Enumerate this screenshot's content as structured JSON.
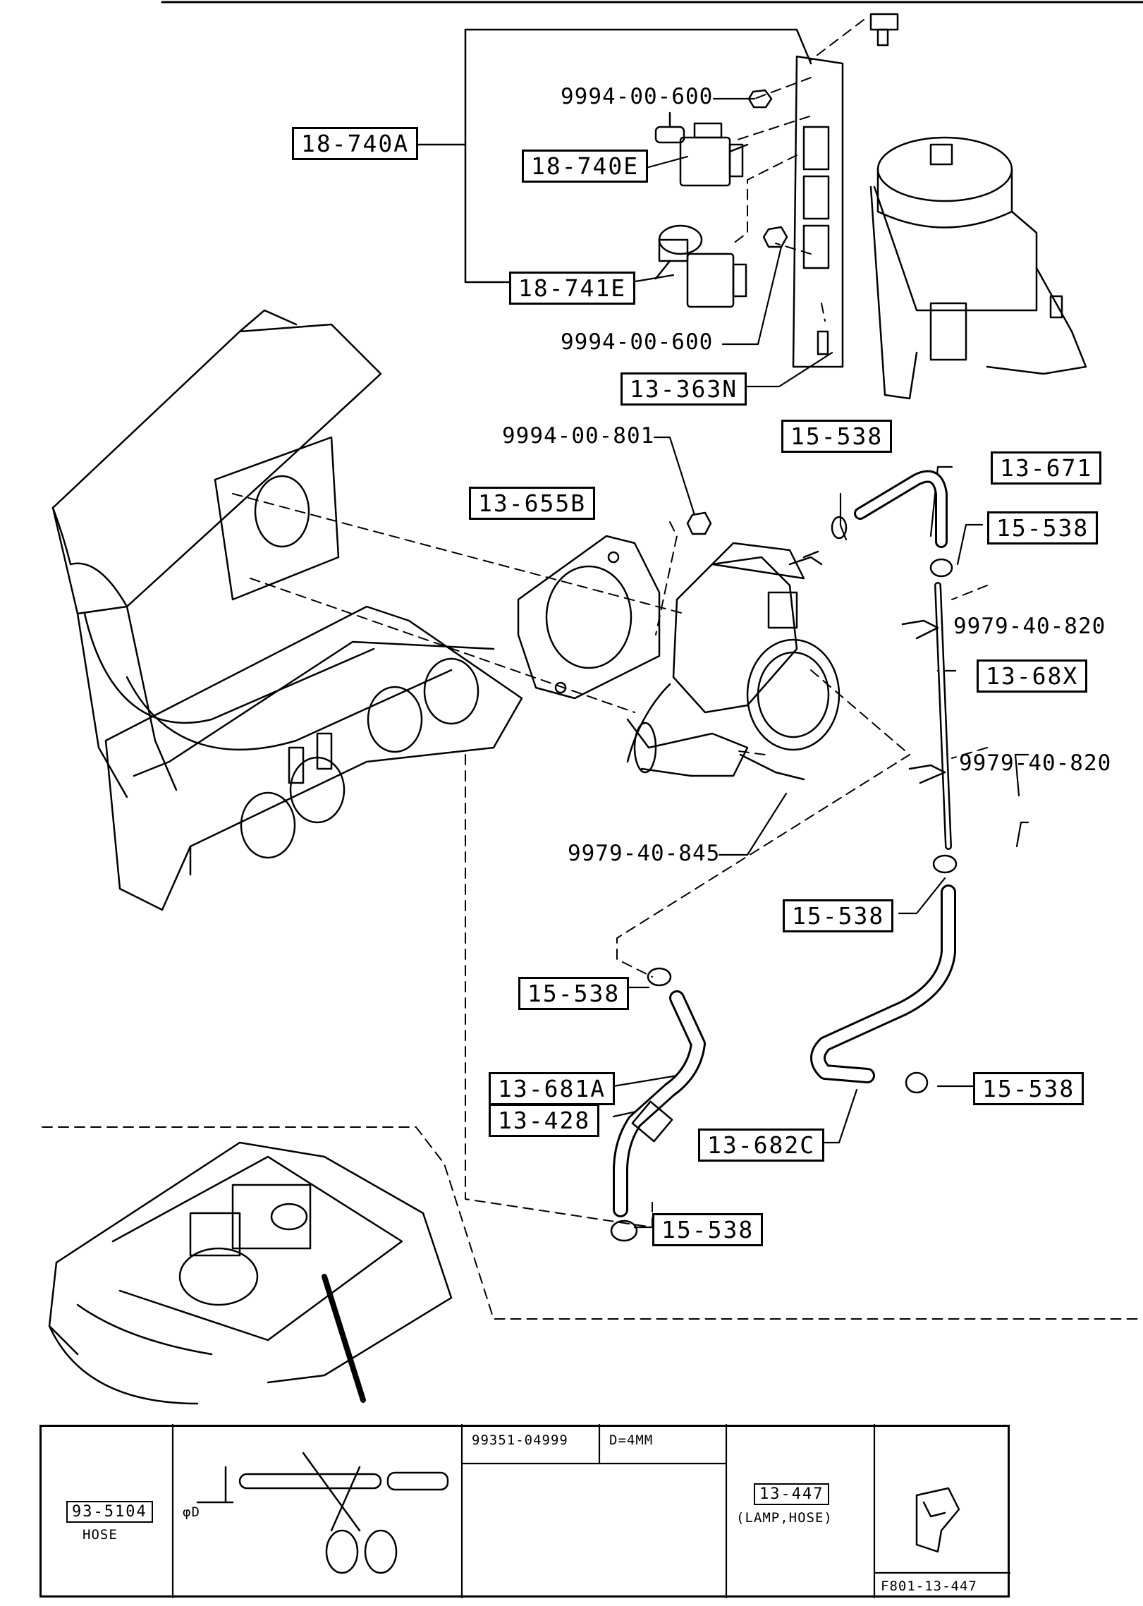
{
  "callouts": {
    "c18_740A": "18-740A",
    "c18_740E": "18-740E",
    "c18_741E": "18-741E",
    "c13_363N": "13-363N",
    "c13_655B": "13-655B",
    "c15_538_top": "15-538",
    "c13_671": "13-671",
    "c15_538_right1": "15-538",
    "c13_68X": "13-68X",
    "c15_538_mid": "15-538",
    "c15_538_left": "15-538",
    "c13_681A": "13-681A",
    "c13_428": "13-428",
    "c13_682C": "13-682C",
    "c15_538_right2": "15-538",
    "c15_538_bottom": "15-538"
  },
  "part_numbers": {
    "p9994_600_a": "9994-00-600",
    "p9994_600_b": "9994-00-600",
    "p9994_801": "9994-00-801",
    "p9979_820_a": "9979-40-820",
    "p9979_820_b": "9979-40-820",
    "p9979_845": "9979-40-845"
  },
  "table": {
    "hose_code": "93-5104",
    "hose_label": "HOSE",
    "phi_label": "φD",
    "part_no": "99351-04999",
    "dimension": "D=4MM",
    "clamp_code": "13-447",
    "clamp_label": "(LAMP,HOSE)",
    "figure_code": "F801-13-447"
  }
}
